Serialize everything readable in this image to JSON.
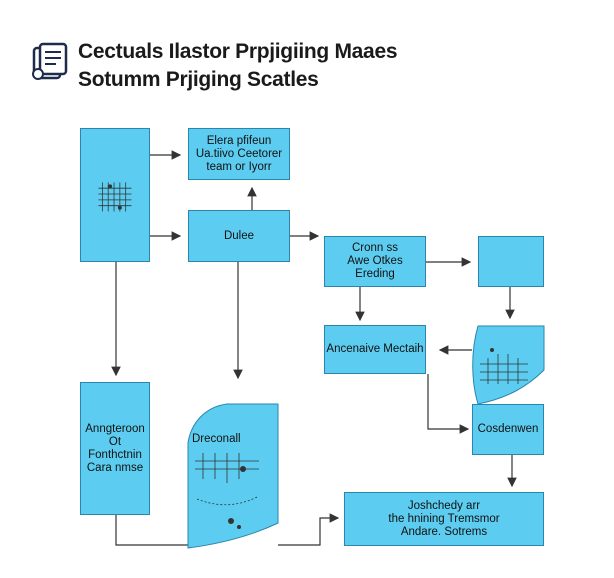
{
  "header": {
    "title_line1": "Cectuals Ilastor Prpjigiing Maaes",
    "title_line2": "Sotumm Prjiging Scatles",
    "icon": "document-stack-icon"
  },
  "nodes": {
    "left_tall": {
      "text": ""
    },
    "elara": {
      "text": "Elera pfifeun\nUa.tiivo Ceetorer\nteam or Iyorr"
    },
    "dulee": {
      "text": "Dulee"
    },
    "cronn": {
      "text": "Cronn ss\nAwe Otkes\nEreding"
    },
    "right_top": {
      "text": ""
    },
    "ancenave": {
      "text": "Ancenaive Mectaih"
    },
    "wave_right": {
      "text": ""
    },
    "cosdenwen": {
      "text": "Cosdenwen"
    },
    "angteroon": {
      "text": "Anngteroon\nOt\nFonthctnin\nCara nmse"
    },
    "drecemall": {
      "text": "Dreconall"
    },
    "joshchedy": {
      "text": "Joshchedy arr\nthe hnining Tremsmor\nAndare. Sotrems"
    }
  },
  "colors": {
    "box_fill": "#5ccdf0",
    "box_border": "#2a86ad",
    "arrow": "#333333"
  }
}
